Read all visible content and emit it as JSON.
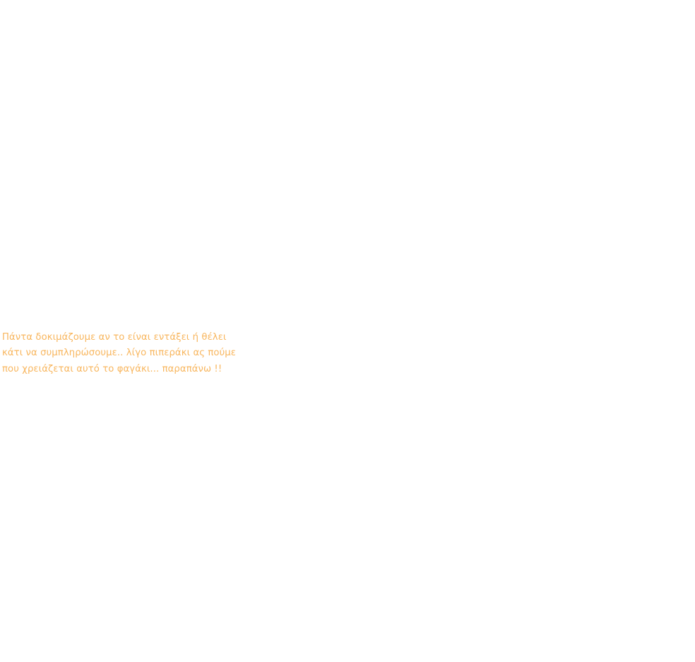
{
  "caption": {
    "lines": [
      "Πάντα δοκιμάζουμε αν το είναι εντάξει ή θέλει",
      "κάτι να συμπληρώσουμε.. λίγο πιπεράκι ας πούμε",
      "που χρειάζεται αυτό το φαγάκι... παραπάνω !!"
    ],
    "color": "#f8b65e"
  }
}
